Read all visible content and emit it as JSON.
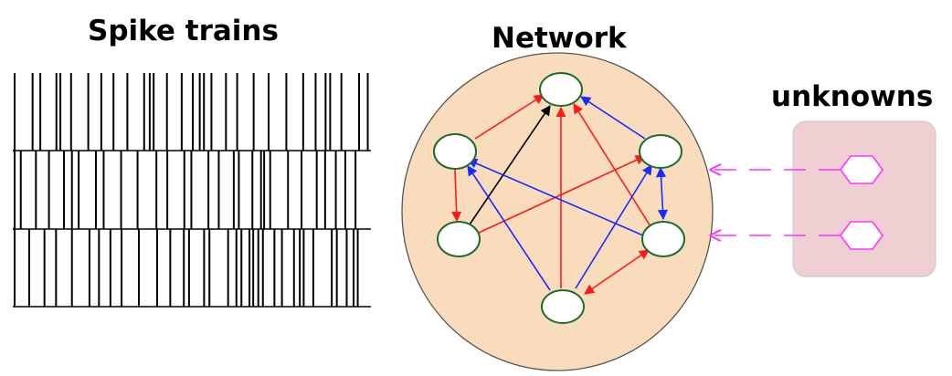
{
  "titles": {
    "spike_trains": "Spike trains",
    "network": "Network",
    "unknowns": "unknowns"
  },
  "colors": {
    "network_fill": "#f9dcbb",
    "network_border": "#555555",
    "node_fill": "#ffffff",
    "node_border": "#1e6b2e",
    "red_edge": "#ff1a1a",
    "blue_edge": "#1a2bff",
    "black_edge": "#000000",
    "unknowns_box": "#f0cfd3",
    "unknowns_border": "#cccccc",
    "hidden_node": "#ff33ff",
    "spike": "#000000"
  },
  "network": {
    "nodes": [
      "top",
      "upper-left",
      "upper-right",
      "lower-left",
      "lower-right",
      "bottom"
    ],
    "edges": [
      {
        "from": "lower-left",
        "to": "top",
        "color": "black"
      },
      {
        "from": "upper-left",
        "to": "top",
        "color": "red"
      },
      {
        "from": "bottom",
        "to": "top",
        "color": "red"
      },
      {
        "from": "lower-right",
        "to": "top",
        "color": "red"
      },
      {
        "from": "upper-right",
        "to": "top",
        "color": "blue"
      },
      {
        "from": "upper-left",
        "to": "lower-left",
        "color": "red"
      },
      {
        "from": "lower-left",
        "to": "upper-right",
        "color": "red"
      },
      {
        "from": "upper-right",
        "to": "lower-right",
        "color": "blue",
        "bidirectional": true
      },
      {
        "from": "lower-right",
        "to": "upper-left",
        "color": "blue"
      },
      {
        "from": "bottom",
        "to": "upper-left",
        "color": "blue"
      },
      {
        "from": "bottom",
        "to": "upper-right",
        "color": "blue"
      },
      {
        "from": "lower-right",
        "to": "bottom",
        "color": "red",
        "bidirectional": true
      }
    ]
  },
  "unknowns": {
    "count": 2
  }
}
